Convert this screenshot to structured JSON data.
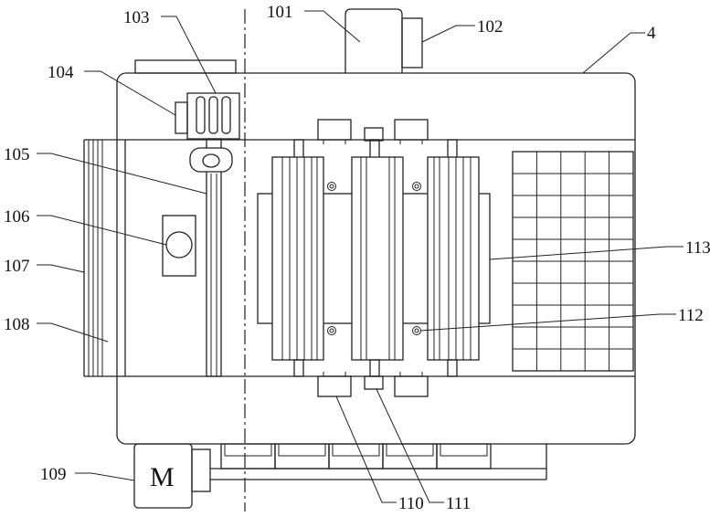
{
  "diagram": {
    "labels": {
      "l4": "4",
      "l101": "101",
      "l102": "102",
      "l103": "103",
      "l104": "104",
      "l105": "105",
      "l106": "106",
      "l107": "107",
      "l108": "108",
      "l109": "109",
      "l110": "110",
      "l111": "111",
      "l112": "112",
      "l113": "113"
    },
    "motor_letter": "M"
  }
}
